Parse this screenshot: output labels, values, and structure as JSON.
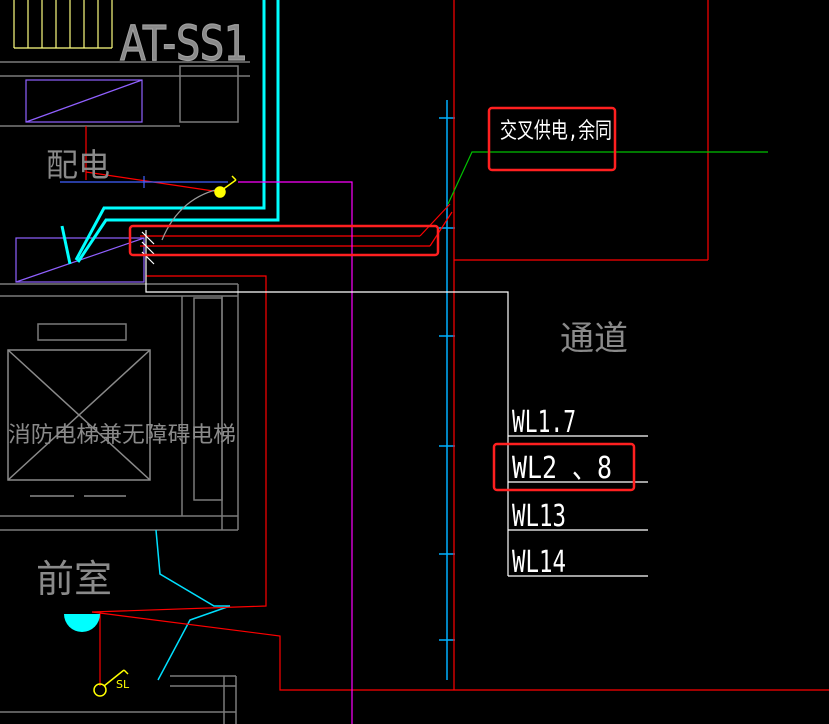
{
  "labels": {
    "ats_label": "AT-SS1",
    "power_room": "配电",
    "corridor": "通道",
    "elevator": "消防电梯兼无障碍电梯",
    "anteroom": "前室",
    "annotation": "交叉供电,余同",
    "sl_tag": "SL"
  },
  "circuits": [
    "WL1.7",
    "WL2 、8",
    "WL13",
    "WL14"
  ],
  "colors": {
    "background": "#000000",
    "red": "#ff0000",
    "cyan": "#00ffff",
    "magenta": "#ff00ff",
    "white": "#ffffff",
    "gray": "#808080",
    "green": "#00c000",
    "yellow": "#ffff00",
    "purple": "#8040ff",
    "highlight": "#ff2020"
  }
}
